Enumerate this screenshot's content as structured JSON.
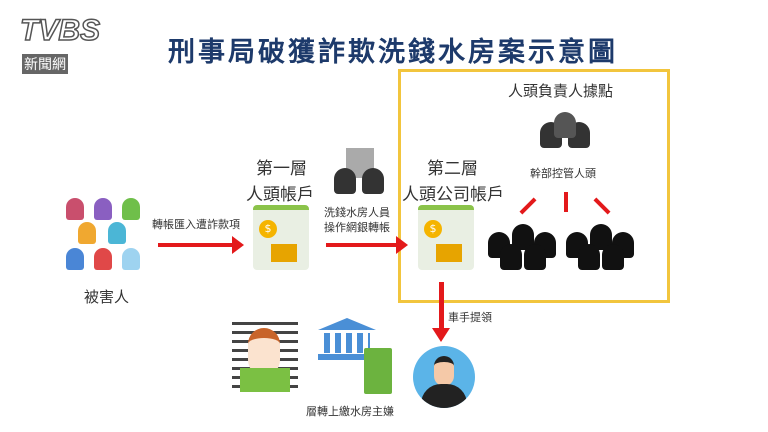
{
  "logo": {
    "brand": "TVBS",
    "sub": "新聞網"
  },
  "title": "刑事局破獲詐欺洗錢水房案示意圖",
  "victims": {
    "label": "被害人",
    "arrow_label": "轉帳匯入遭詐款項"
  },
  "layer1": {
    "line1": "第一層",
    "line2": "人頭帳戶"
  },
  "launder": {
    "line1": "洗錢水房人員",
    "line2": "操作網銀轉帳"
  },
  "layer2": {
    "line1": "第二層",
    "line2": "人頭公司帳戶"
  },
  "base": {
    "label": "人頭負責人據點",
    "cadre": "幹部控管人頭"
  },
  "mule": {
    "label": "車手提領"
  },
  "boss": {
    "label": "層轉上繳水房主嫌"
  },
  "colors": {
    "accent": "#e3191b",
    "box": "#f2c53d",
    "title": "#1d3a6b"
  }
}
